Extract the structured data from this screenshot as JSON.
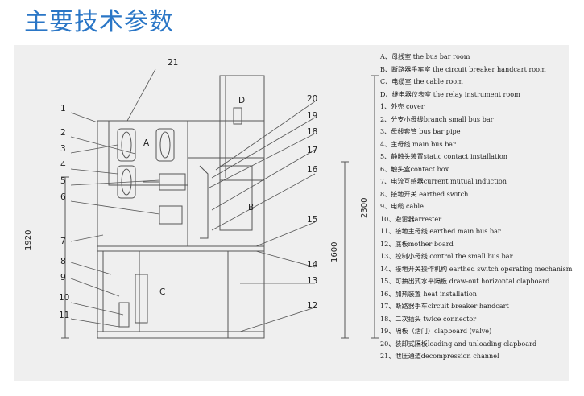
{
  "title": "主要技术参数",
  "dimensions": {
    "h1920": "1920",
    "h2300": "2300",
    "h1600": "1600"
  },
  "callouts": [
    "21",
    "20",
    "19",
    "18",
    "17",
    "16",
    "15",
    "14",
    "13",
    "12",
    "1",
    "2",
    "3",
    "4",
    "5",
    "6",
    "7",
    "8",
    "9",
    "10",
    "11"
  ],
  "zones": {
    "a": "A",
    "b": "B",
    "c": "C",
    "d": "D"
  },
  "legend": [
    "A、母线室 the bus bar room",
    "B、断路器手车室 the circuit breaker handcart room",
    "C、电缆室 the cable room",
    "D、继电器仪表室 the relay instrument room",
    "1、外壳 cover",
    "2、分支小母线branch small bus bar",
    "3、母线套管 bus bar pipe",
    "4、主母线 main bus bar",
    "5、静触头装置static contact installation",
    "6、触头盒contact box",
    "7、电流互感器current mutual induction",
    "8、接地开关 earthed switch",
    "9、电缆 cable",
    "10、避雷器arrester",
    "11、接地主母线 earthed main bus bar",
    "12、底板mother board",
    "13、控制小母线 control the small bus bar",
    "14、接地开关操作机构 earthed switch operating mechanism",
    "15、可抽出式水平隔板 draw-out horizontal clapboard",
    "16、加热装置 heat installation",
    "17、断路器手车circuit breaker handcart",
    "18、二次插头 twice connector",
    "19、隔板（活门）clapboard (valve)",
    "20、装卸式隔板loading and unloading clapboard",
    "21、泄压通道decompression channel"
  ]
}
